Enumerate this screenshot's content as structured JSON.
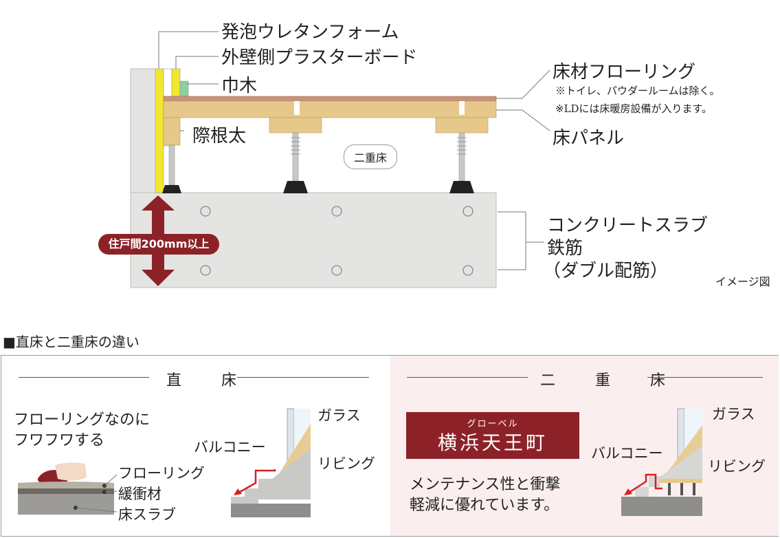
{
  "top": {
    "labels": {
      "urethane": "発泡ウレタンフォーム",
      "plasterboard": "外壁側プラスターボード",
      "baseboard": "巾木",
      "edge_joist": "際根太",
      "flooring": "床材フローリング",
      "flooring_note1": "※トイレ、パウダールームは除く。",
      "flooring_note2": "※LDには床暖房設備が入ります。",
      "floor_panel": "床パネル",
      "double_floor": "二重床",
      "concrete": "コンクリートスラブ",
      "rebar1": "鉄筋",
      "rebar2": "（ダブル配筋）",
      "thickness": "住戸間200mm以上",
      "image_note": "イメージ図"
    },
    "colors": {
      "accent": "#8c2228",
      "wood": "#e6c98a",
      "concrete": "#e4e4e2",
      "insulation": "#f2e72e"
    }
  },
  "section": {
    "title": "■直床と二重床の違い"
  },
  "left": {
    "heading": "直　床",
    "desc1": "フローリングなのに",
    "desc2": "フワフワする",
    "layer1": "フローリング",
    "layer2": "緩衝材",
    "layer3": "床スラブ",
    "glass": "ガラス",
    "balcony": "バルコニー",
    "living": "リビング"
  },
  "right": {
    "heading": "二　重　床",
    "brand_small": "グローベル",
    "brand_big": "横浜天王町",
    "desc1": "メンテナンス性と衝撃",
    "desc2": "軽減に優れています。",
    "glass": "ガラス",
    "balcony": "バルコニー",
    "living": "リビング"
  }
}
